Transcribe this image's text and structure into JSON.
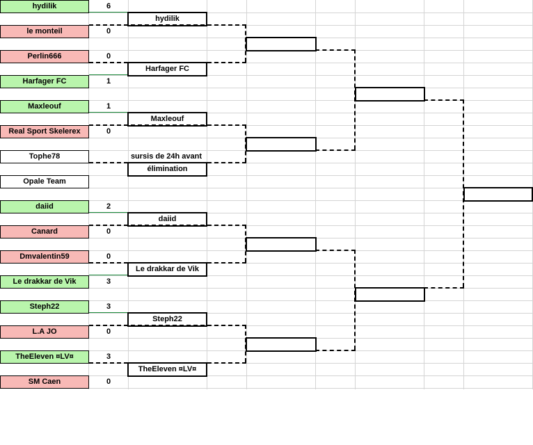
{
  "colors": {
    "win": "#b9f5ac",
    "lose": "#f8b9b6",
    "neutral": "#ffffff"
  },
  "teams": [
    {
      "name": "hydilik",
      "score": "6",
      "status": "win"
    },
    {
      "name": "le monteil",
      "score": "0",
      "status": "lose"
    },
    {
      "name": "Perlin666",
      "score": "0",
      "status": "lose"
    },
    {
      "name": "Harfager FC",
      "score": "1",
      "status": "win"
    },
    {
      "name": "Maxleouf",
      "score": "1",
      "status": "win"
    },
    {
      "name": "Real Sport Skelerex",
      "score": "0",
      "status": "lose"
    },
    {
      "name": "Tophe78",
      "score": "",
      "status": "neutral"
    },
    {
      "name": "Opale Team",
      "score": "",
      "status": "neutral"
    },
    {
      "name": "daiid",
      "score": "2",
      "status": "win"
    },
    {
      "name": "Canard",
      "score": "0",
      "status": "lose"
    },
    {
      "name": "Dmvalentin59",
      "score": "0",
      "status": "lose"
    },
    {
      "name": "Le drakkar de Vik",
      "score": "3",
      "status": "win"
    },
    {
      "name": "Steph22",
      "score": "3",
      "status": "win"
    },
    {
      "name": "L.A JO",
      "score": "0",
      "status": "lose"
    },
    {
      "name": "TheEleven ¤LV¤",
      "score": "3",
      "status": "win"
    },
    {
      "name": "SM Caen",
      "score": "0",
      "status": "lose"
    }
  ],
  "round2": [
    "hydilik",
    "Harfager FC",
    "Maxleouf",
    "",
    "daiid",
    "Le drakkar de Vik",
    "Steph22",
    "TheEleven ¤LV¤"
  ],
  "note": {
    "line1": "sursis de 24h avant",
    "line2": "élimination"
  },
  "round3": [
    "",
    "",
    "",
    ""
  ],
  "round4": [
    "",
    ""
  ],
  "final": ""
}
